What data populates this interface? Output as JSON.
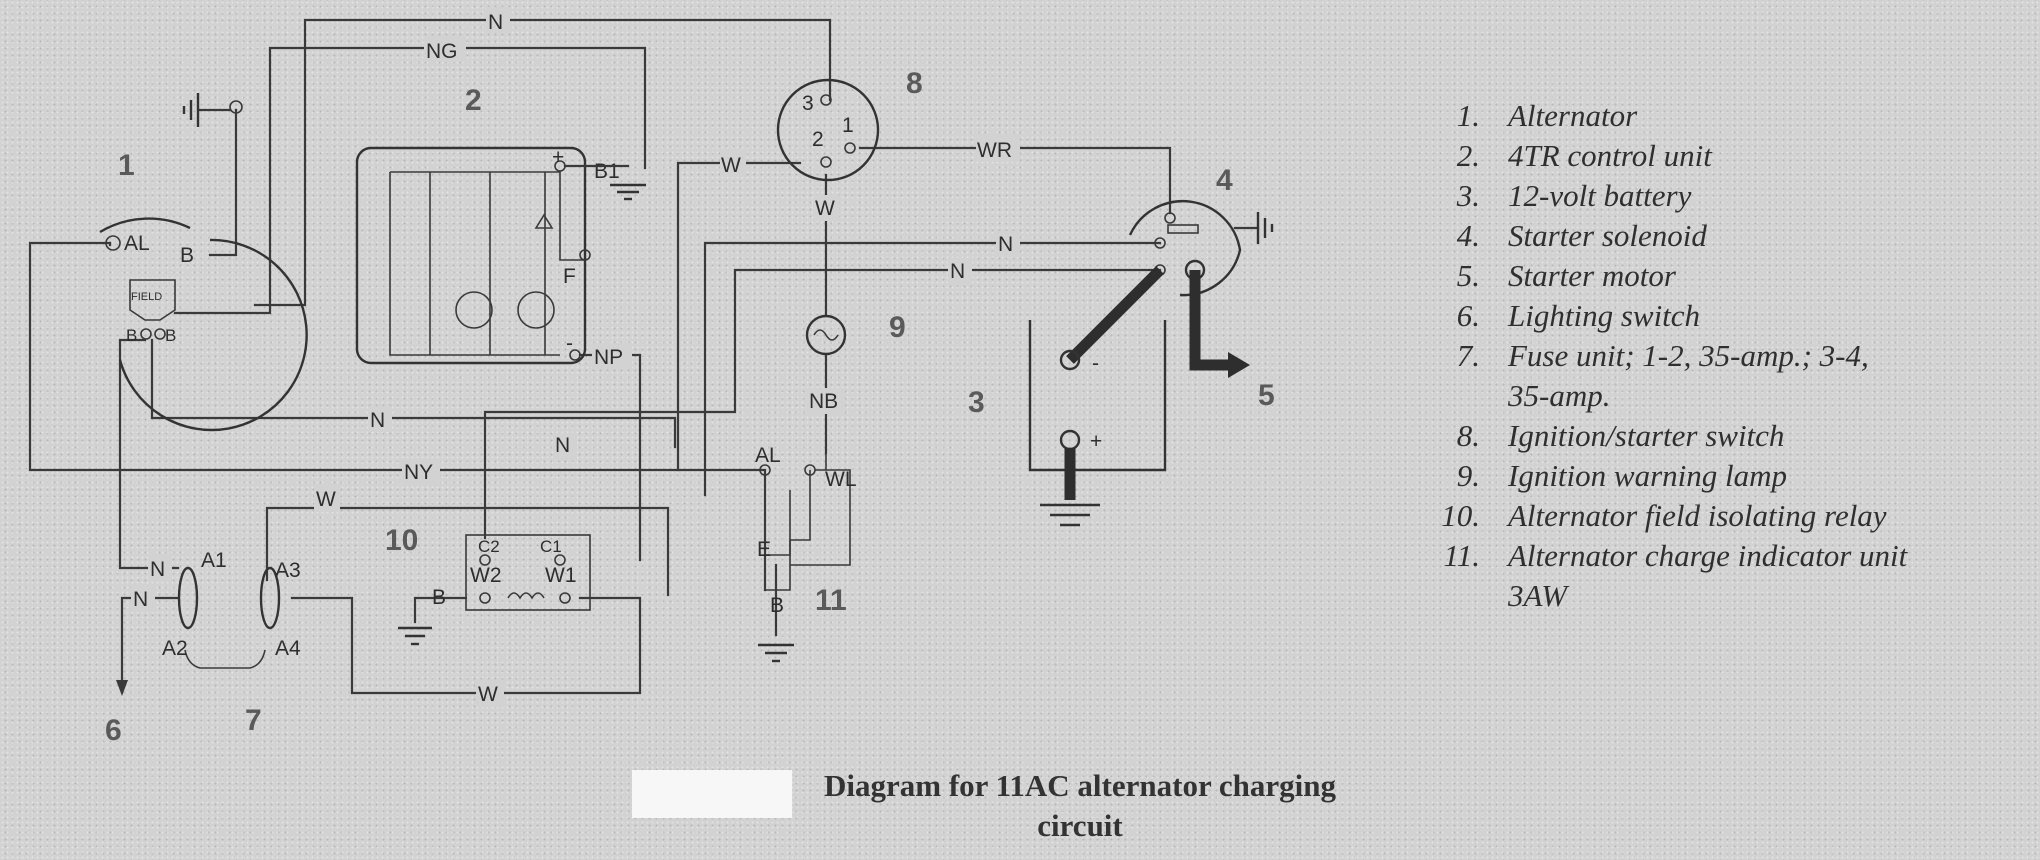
{
  "caption": {
    "line1": "Diagram for 11AC alternator charging",
    "line2": "circuit"
  },
  "legend": [
    {
      "n": "1.",
      "text": "Alternator"
    },
    {
      "n": "2.",
      "text": "4TR control unit"
    },
    {
      "n": "3.",
      "text": "12-volt battery"
    },
    {
      "n": "4.",
      "text": "Starter solenoid"
    },
    {
      "n": "5.",
      "text": "Starter motor"
    },
    {
      "n": "6.",
      "text": "Lighting switch"
    },
    {
      "n": "7.",
      "text": "Fuse unit; 1-2, 35-amp.; 3-4,"
    },
    {
      "n": "",
      "text": "35-amp."
    },
    {
      "n": "8.",
      "text": "Ignition/starter switch"
    },
    {
      "n": "9.",
      "text": "Ignition warning lamp"
    },
    {
      "n": "10.",
      "text": "Alternator field isolating relay"
    },
    {
      "n": "11.",
      "text": "Alternator charge indicator unit"
    },
    {
      "n": "",
      "text": "3AW"
    }
  ],
  "component_numbers": {
    "c1": "1",
    "c2": "2",
    "c3": "3",
    "c4": "4",
    "c5": "5",
    "c6": "6",
    "c7": "7",
    "c8": "8",
    "c9": "9",
    "c10": "10",
    "c11": "11"
  },
  "wire_labels": {
    "n_top": "N",
    "ng": "NG",
    "w_ign": "W",
    "wr": "WR",
    "w_vert": "W",
    "n_sol1": "N",
    "n_sol2": "N",
    "nb": "NB",
    "np": "NP",
    "n_alt": "N",
    "n_mid": "N",
    "ny": "NY",
    "w_lower": "W",
    "n_fuse1": "N",
    "n_fuse2": "N",
    "w_bottom": "W"
  },
  "terminal_labels": {
    "al": "AL",
    "b": "B",
    "field": "FIELD",
    "b_left": "B",
    "b_right": "B",
    "plus": "+",
    "b1": "B1",
    "f": "F",
    "minus": "-",
    "sw3": "3",
    "sw2": "2",
    "sw1": "1",
    "bat_minus": "-",
    "bat_plus": "+",
    "a1": "A1",
    "a2": "A2",
    "a3": "A3",
    "a4": "A4",
    "c1a": "C2",
    "c1b": "C1",
    "w2": "W2",
    "w1": "W1",
    "relay_b": "B",
    "ind_al": "AL",
    "ind_wl": "WL",
    "ind_e": "E",
    "ind_b": "B"
  }
}
